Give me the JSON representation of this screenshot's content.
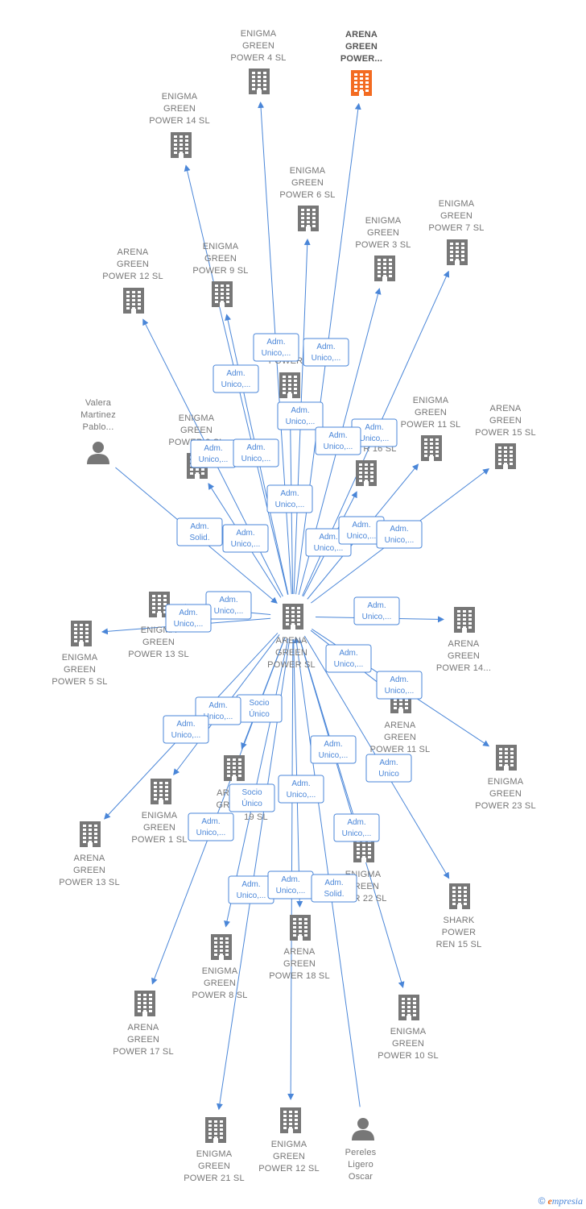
{
  "colors": {
    "edge": "#4a86d8",
    "building": "#777777",
    "highlight": "#f36b21",
    "person": "#777777"
  },
  "nodes": [
    {
      "id": "center",
      "kind": "building",
      "lines": [
        "ARENA",
        "GREEN",
        "POWER  SL"
      ]
    },
    {
      "id": "n_agp",
      "kind": "building",
      "highlight": true,
      "lines": [
        "ARENA",
        "GREEN",
        "POWER..."
      ]
    },
    {
      "id": "n_eg4",
      "kind": "building",
      "lines": [
        "ENIGMA",
        "GREEN",
        "POWER 4  SL"
      ]
    },
    {
      "id": "n_eg14",
      "kind": "building",
      "lines": [
        "ENIGMA",
        "GREEN",
        "POWER 14  SL"
      ]
    },
    {
      "id": "n_eg6",
      "kind": "building",
      "lines": [
        "ENIGMA",
        "GREEN",
        "POWER 6  SL"
      ]
    },
    {
      "id": "n_eg7",
      "kind": "building",
      "lines": [
        "ENIGMA",
        "GREEN",
        "POWER 7  SL"
      ]
    },
    {
      "id": "n_eg3",
      "kind": "building",
      "lines": [
        "ENIGMA",
        "GREEN",
        "POWER 3  SL"
      ]
    },
    {
      "id": "n_ag12",
      "kind": "building",
      "lines": [
        "ARENA",
        "GREEN",
        "POWER 12  SL"
      ]
    },
    {
      "id": "n_eg9",
      "kind": "building",
      "lines": [
        "ENIGMA",
        "GREEN",
        "POWER 9  SL"
      ]
    },
    {
      "id": "n_p15",
      "kind": "building",
      "lines": [
        "POWER 15"
      ]
    },
    {
      "id": "n_valera",
      "kind": "person",
      "lines": [
        "Valera",
        "Martinez",
        "Pablo..."
      ]
    },
    {
      "id": "n_eg2",
      "kind": "building",
      "lines": [
        "ENIGMA",
        "GREEN",
        "POWER 2  SL"
      ]
    },
    {
      "id": "n_p16",
      "kind": "building",
      "lines": [
        "R 16  SL"
      ]
    },
    {
      "id": "n_eg11",
      "kind": "building",
      "lines": [
        "ENIGMA",
        "GREEN",
        "POWER 11  SL"
      ]
    },
    {
      "id": "n_ag15",
      "kind": "building",
      "lines": [
        "ARENA",
        "GREEN",
        "POWER 15  SL"
      ]
    },
    {
      "id": "n_eg13",
      "kind": "building",
      "lines": [
        "ENIGMA",
        "GREEN",
        "POWER 13  SL"
      ]
    },
    {
      "id": "n_eg5",
      "kind": "building",
      "lines": [
        "ENIGMA",
        "GREEN",
        "POWER 5  SL"
      ]
    },
    {
      "id": "n_ag14",
      "kind": "building",
      "lines": [
        "ARENA",
        "GREEN",
        "POWER 14..."
      ]
    },
    {
      "id": "n_ag11",
      "kind": "building",
      "lines": [
        "ARENA",
        "GREEN",
        "POWER 11  SL"
      ]
    },
    {
      "id": "n_eg23",
      "kind": "building",
      "lines": [
        "ENIGMA",
        "GREEN",
        "POWER 23  SL"
      ]
    },
    {
      "id": "n_ag19",
      "kind": "building",
      "lines": [
        "AR",
        "GR",
        "19  SL"
      ]
    },
    {
      "id": "n_eg1",
      "kind": "building",
      "lines": [
        "ENIGMA",
        "GREEN",
        "POWER 1  SL"
      ]
    },
    {
      "id": "n_ag13",
      "kind": "building",
      "lines": [
        "ARENA",
        "GREEN",
        "POWER 13  SL"
      ]
    },
    {
      "id": "n_eg22",
      "kind": "building",
      "lines": [
        "ENIGMA",
        "GREEN",
        "WER 22  SL"
      ]
    },
    {
      "id": "n_shark",
      "kind": "building",
      "lines": [
        "SHARK",
        "POWER",
        "REN 15  SL"
      ]
    },
    {
      "id": "n_eg8",
      "kind": "building",
      "lines": [
        "ENIGMA",
        "GREEN",
        "POWER 8  SL"
      ]
    },
    {
      "id": "n_ag18",
      "kind": "building",
      "lines": [
        "ARENA",
        "GREEN",
        "POWER 18  SL"
      ]
    },
    {
      "id": "n_ag17",
      "kind": "building",
      "lines": [
        "ARENA",
        "GREEN",
        "POWER 17  SL"
      ]
    },
    {
      "id": "n_eg10",
      "kind": "building",
      "lines": [
        "ENIGMA",
        "GREEN",
        "POWER 10  SL"
      ]
    },
    {
      "id": "n_eg21",
      "kind": "building",
      "lines": [
        "ENIGMA",
        "GREEN",
        "POWER 21  SL"
      ]
    },
    {
      "id": "n_eg12",
      "kind": "building",
      "lines": [
        "ENIGMA",
        "GREEN",
        "POWER 12  SL"
      ]
    },
    {
      "id": "n_pereles",
      "kind": "person",
      "lines": [
        "Pereles",
        "Ligero",
        "Oscar"
      ]
    }
  ],
  "edges": [
    {
      "from": "center",
      "to": "n_eg4",
      "label": [
        "Adm.",
        "Unico,..."
      ]
    },
    {
      "from": "center",
      "to": "n_agp",
      "label": [
        "Adm.",
        "Unico,..."
      ]
    },
    {
      "from": "center",
      "to": "n_eg14",
      "label": [
        "Adm.",
        "Unico,..."
      ]
    },
    {
      "from": "center",
      "to": "n_eg6",
      "label": [
        "Adm.",
        "Unico,..."
      ]
    },
    {
      "from": "center",
      "to": "n_eg7",
      "label": [
        "Adm.",
        "Unico,..."
      ]
    },
    {
      "from": "center",
      "to": "n_eg3",
      "label": [
        "Adm.",
        "Unico,..."
      ]
    },
    {
      "from": "center",
      "to": "n_ag12",
      "label": [
        "Adm.",
        "Unico,..."
      ]
    },
    {
      "from": "center",
      "to": "n_eg9",
      "label": [
        "Adm.",
        "Unico,..."
      ]
    },
    {
      "from": "center",
      "to": "n_eg2",
      "label": [
        "Adm.",
        "Unico,..."
      ]
    },
    {
      "from": "center",
      "to": "n_p15",
      "label": [
        "Adm.",
        "Unico,..."
      ]
    },
    {
      "from": "center",
      "to": "n_p16",
      "label": [
        "Adm.",
        "Unico,..."
      ]
    },
    {
      "from": "center",
      "to": "n_eg11",
      "label": [
        "Adm.",
        "Unico,..."
      ]
    },
    {
      "from": "center",
      "to": "n_ag15",
      "label": [
        "Adm.",
        "Unico,..."
      ]
    },
    {
      "from": "n_valera",
      "to": "center",
      "label": [
        "Adm.",
        "Solid."
      ]
    },
    {
      "from": "center",
      "to": "n_eg13",
      "label": [
        "Adm.",
        "Unico,..."
      ]
    },
    {
      "from": "center",
      "to": "n_eg5",
      "label": [
        "Adm.",
        "Unico,..."
      ]
    },
    {
      "from": "center",
      "to": "n_ag14",
      "label": [
        "Adm.",
        "Unico,..."
      ]
    },
    {
      "from": "center",
      "to": "n_ag11",
      "label": [
        "Adm.",
        "Unico,..."
      ]
    },
    {
      "from": "center",
      "to": "n_eg23",
      "label": [
        "Adm.",
        "Unico,..."
      ]
    },
    {
      "from": "center",
      "to": "n_ag19",
      "label": [
        "Socio",
        "Único"
      ]
    },
    {
      "from": "center",
      "to": "n_eg1",
      "label": [
        "Adm.",
        "Unico,..."
      ]
    },
    {
      "from": "center",
      "to": "n_ag13",
      "label": [
        "Adm.",
        "Unico,..."
      ]
    },
    {
      "from": "center",
      "to": "n_eg22",
      "label": [
        "Adm.",
        "Unico,..."
      ]
    },
    {
      "from": "center",
      "to": "n_shark",
      "label": [
        "Adm.",
        "Unico"
      ]
    },
    {
      "from": "center",
      "to": "n_eg8",
      "label": [
        "Adm.",
        "Unico,..."
      ]
    },
    {
      "from": "center",
      "to": "n_ag18",
      "label": [
        "Socio",
        "Único"
      ]
    },
    {
      "from": "center",
      "to": "n_ag17",
      "label": [
        "Adm.",
        "Unico,..."
      ]
    },
    {
      "from": "center",
      "to": "n_eg10",
      "label": [
        "Adm.",
        "Unico,..."
      ]
    },
    {
      "from": "center",
      "to": "n_eg21",
      "label": [
        "Adm.",
        "Unico,..."
      ]
    },
    {
      "from": "center",
      "to": "n_eg12",
      "label": [
        "Adm.",
        "Unico,..."
      ]
    },
    {
      "from": "n_pereles",
      "to": "center",
      "label": [
        "Adm.",
        "Solid."
      ]
    }
  ],
  "brand": {
    "copyright": "©",
    "name_initial": "e",
    "name_rest": "mpresia"
  }
}
